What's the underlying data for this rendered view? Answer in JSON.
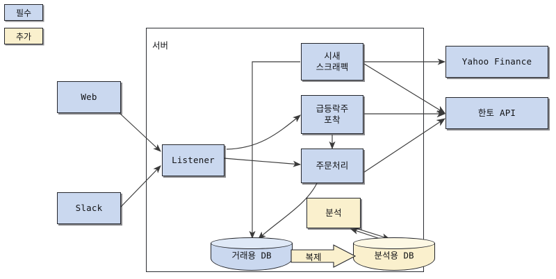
{
  "diagram": {
    "title_label": "서버",
    "legend": [
      {
        "id": "required",
        "label": "필수",
        "color": "#cad8ef"
      },
      {
        "id": "optional",
        "label": "추가",
        "color": "#faf0cd"
      }
    ],
    "nodes": {
      "web": {
        "label": "Web",
        "style": "blue"
      },
      "slack": {
        "label": "Slack",
        "style": "blue"
      },
      "listener": {
        "label": "Listener",
        "style": "blue"
      },
      "scraping": {
        "label": "시새\n스크래폑",
        "style": "blue"
      },
      "surge": {
        "label": "급등락주\n포착",
        "style": "blue"
      },
      "order": {
        "label": "주문처리",
        "style": "blue"
      },
      "analysis": {
        "label": "분석",
        "style": "cream"
      },
      "yahoo": {
        "label": "Yahoo Finance",
        "style": "blue"
      },
      "hantoo": {
        "label": "한토 API",
        "style": "blue"
      },
      "trade_db": {
        "label": "거래용 DB",
        "style": "blue"
      },
      "analysis_db": {
        "label": "분석용 DB",
        "style": "cream"
      }
    },
    "edges": {
      "replicate_label": "복제"
    },
    "colors": {
      "required_fill": "#cad8ef",
      "optional_fill": "#faf0cd",
      "border": "#23252b",
      "connector": "#3a3a3a",
      "background": "#ffffff"
    }
  }
}
